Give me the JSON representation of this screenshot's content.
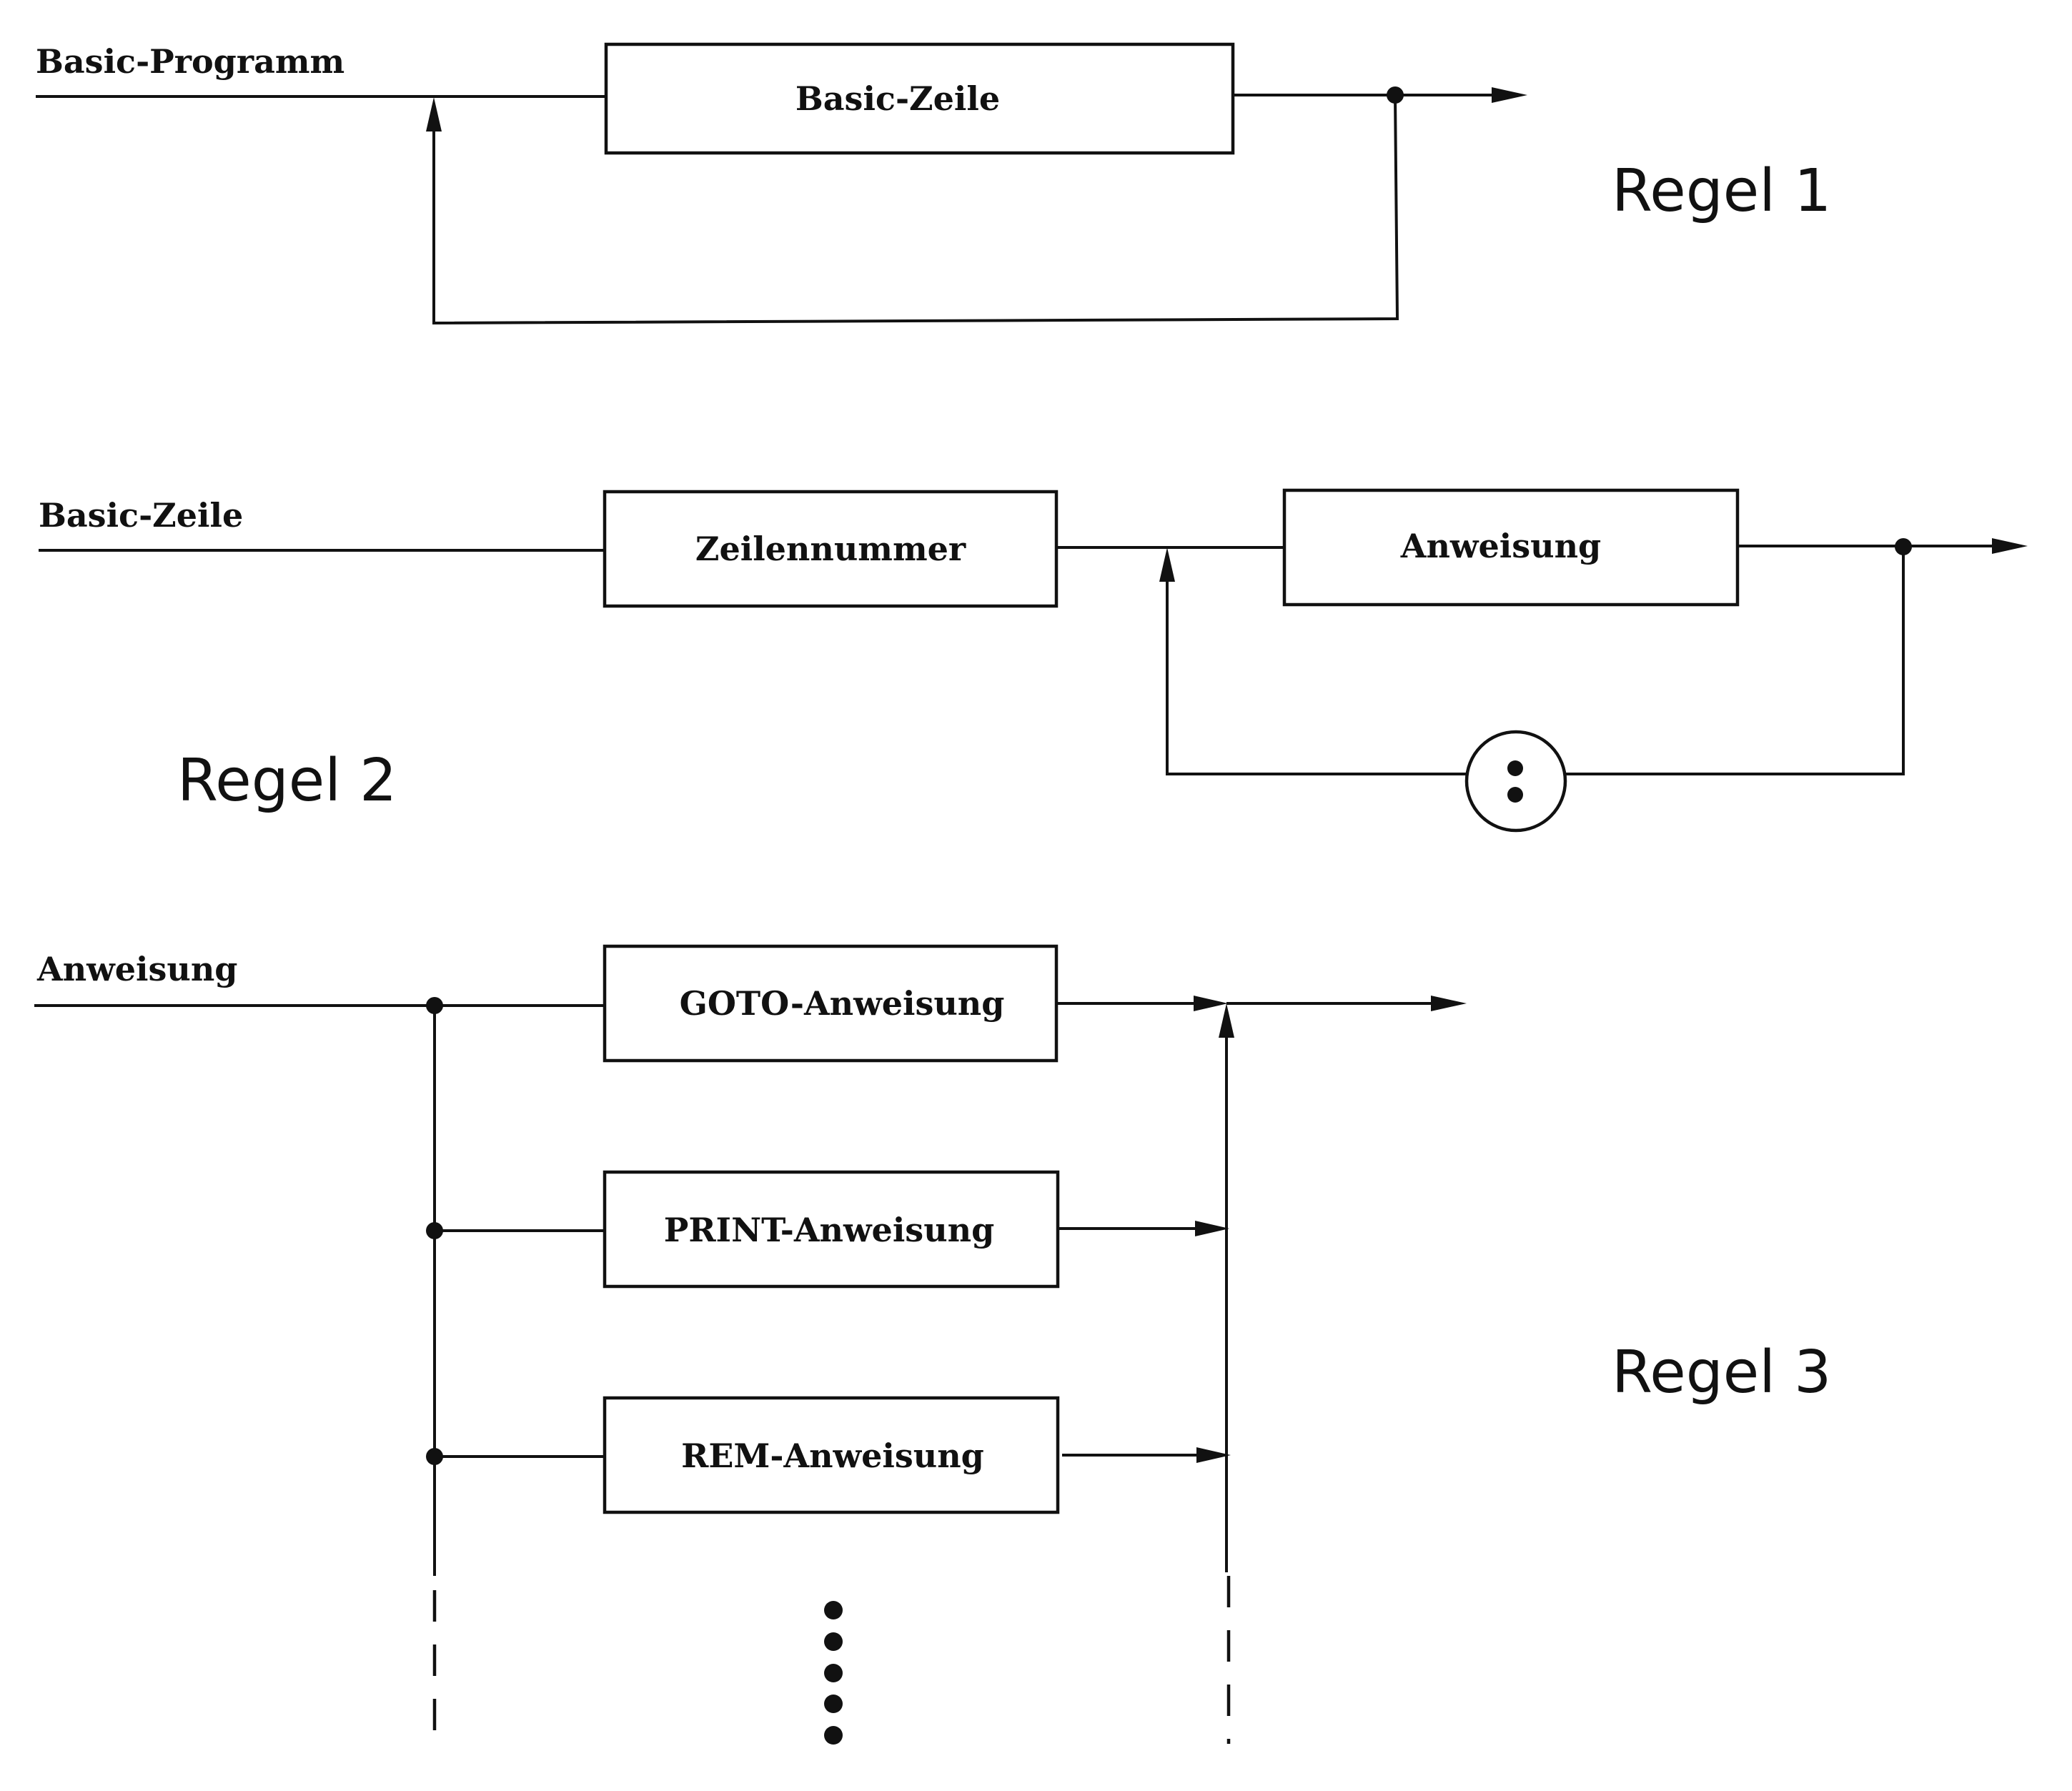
{
  "rules": [
    {
      "rule_label": "Regel 1",
      "entry_label": "Basic-Programm",
      "boxes": [
        "Basic-Zeile"
      ]
    },
    {
      "rule_label": "Regel 2",
      "entry_label": "Basic-Zeile",
      "boxes": [
        "Zeilennummer",
        "Anweisung"
      ],
      "separator_symbol": ":"
    },
    {
      "rule_label": "Regel 3",
      "entry_label": "Anweisung",
      "boxes": [
        "GOTO-Anweisung",
        "PRINT-Anweisung",
        "REM-Anweisung"
      ],
      "more_alternatives_marker": "vertical-ellipsis"
    }
  ]
}
